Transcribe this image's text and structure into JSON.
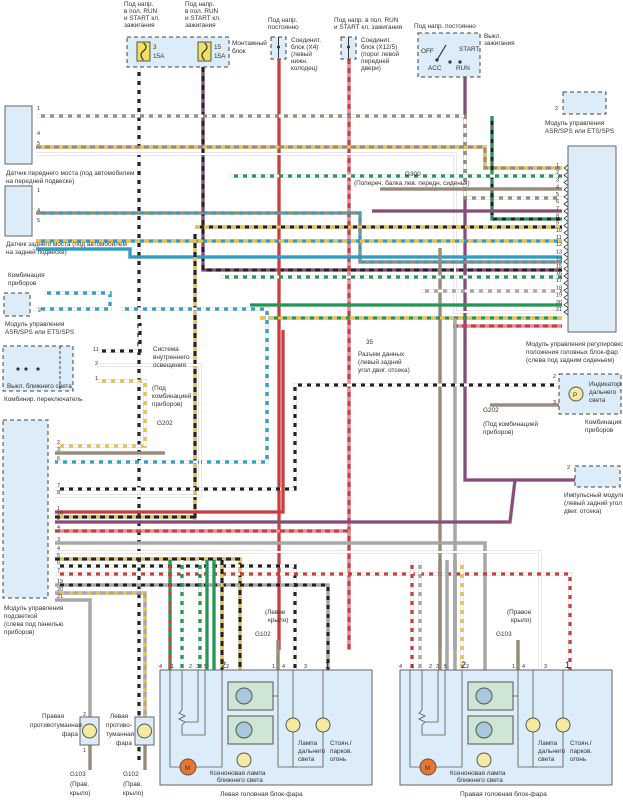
{
  "title": "Схема подключения фар и системы регулировки положения головных блок-фар",
  "colors": {
    "panel_fill": "#dcecf8",
    "red": "#d23a3a",
    "green": "#1f9a55",
    "blue": "#2aa0c8",
    "brown": "#9a8a78",
    "yellow": "#e8c24a",
    "black": "#222222",
    "purple": "#8a4a7a",
    "pink": "#e88aa0",
    "grey": "#a8a8a8",
    "white": "#ffffff",
    "motor": "#e87830",
    "lamp": "#f5eaa0",
    "relay": "#cfe6d4"
  },
  "top": {
    "fuse_box": {
      "label_line1": "Монтажный",
      "label_line2": "блок",
      "fuses": [
        {
          "supply": [
            "Под напр.",
            "в пол. RUN",
            "и START кл.",
            "зажигания"
          ],
          "number": "3",
          "rating": "15A"
        },
        {
          "supply": [
            "Под напр.",
            "в пол. RUN",
            "и START кл.",
            "зажигания"
          ],
          "number": "15",
          "rating": "15A"
        }
      ]
    },
    "splice_x4": {
      "supply": [
        "Под напр.",
        "постоянно"
      ],
      "label": [
        "Соединит.",
        "блок (X4)",
        "(левый",
        "нижн.",
        "колодец)"
      ]
    },
    "splice_x12": {
      "supply": [
        "Под напр. в пол. RUN",
        "и START кл. зажигания"
      ],
      "label": [
        "Соединит.",
        "блок (X12/5)",
        "(порог левой",
        "передней",
        "двери)"
      ]
    },
    "ignition_switch": {
      "supply": "Под напр. постоянно",
      "label": [
        "Выкл.",
        "зажигания"
      ],
      "positions": [
        "OFF",
        "ACC",
        "RUN",
        "START"
      ]
    }
  },
  "left": {
    "front_sensor": {
      "label": [
        "Датчик переднего моста (под автомобилем",
        "на передней подвеске)"
      ],
      "pins": [
        "1",
        "4",
        "5"
      ]
    },
    "rear_sensor": {
      "label": [
        "Датчик заднего моста (под автомобилем",
        "на задней подвеске)"
      ],
      "pins": [
        "1",
        "4",
        "5"
      ]
    },
    "instrument_cluster_arrow": [
      "Комбинация",
      "приборов"
    ],
    "asr_module_left": {
      "label": [
        "Модуль управления",
        "ASR/SPS или ETS/SPS"
      ],
      "pin": "2"
    },
    "combination_switch": {
      "switch_label": "Выкл. ближнего света",
      "label": "Комбинир. переключатель",
      "pins": [
        "11",
        "2",
        "1"
      ]
    },
    "interior_lighting": [
      "Система",
      "внутреннего",
      "освещения"
    ],
    "g202_left": {
      "name": "G202",
      "location": [
        "(Под",
        "комбинацией",
        "приборов)"
      ]
    },
    "lighting_module": {
      "label": [
        "Модуль управления",
        "подсветкой",
        "(слева под панелью",
        "приборов)"
      ],
      "pins": [
        "2",
        "3",
        "6",
        "7",
        "8",
        "1",
        "2",
        "4",
        "10",
        "3",
        "4",
        "5",
        "6",
        "7",
        "19",
        "20",
        "21"
      ]
    }
  },
  "center": {
    "g300": {
      "name": "G300",
      "location": "(Попереч. балка лев. передн. сиденья)"
    },
    "data_connector": {
      "pin": "35",
      "label": [
        "Разъем данных",
        "(левый задний",
        "угол двиг. отсека)"
      ]
    }
  },
  "right": {
    "asr_module_right": {
      "label": [
        "Модуль управления",
        "ASR/SPS или ETS/SPS"
      ],
      "pin": "2"
    },
    "leveling_module": {
      "label": [
        "Модуль управления регулировкой",
        "положения головных блок-фар",
        "(слева под задним сиденьем)"
      ],
      "pins": [
        "1",
        "2",
        "3",
        "4",
        "5",
        "6",
        "7",
        "8",
        "9",
        "10",
        "11",
        "12",
        "13",
        "14",
        "15",
        "16",
        "17",
        "18",
        "19",
        "20",
        "21"
      ]
    },
    "high_beam_indicator": {
      "label": [
        "Индикатор",
        "дальнего",
        "света"
      ],
      "cluster": [
        "Комбинация",
        "приборов"
      ],
      "pins": [
        "2",
        "3"
      ]
    },
    "g202_right": {
      "name": "G202",
      "location": [
        "(Под комбинацией",
        "приборов)"
      ]
    },
    "pulse_module": {
      "label": [
        "Импульсный модуль",
        "(левый задний угол",
        "двиг. отсека)"
      ],
      "pin": "2"
    }
  },
  "bottom": {
    "g102_wing": {
      "name": "G102",
      "location": [
        "(Левое",
        "крыло)"
      ]
    },
    "g103_wing": {
      "name": "G103",
      "location": [
        "(Правое",
        "крыло)"
      ]
    },
    "right_fog": {
      "label": [
        "Правая",
        "противотуманная",
        "фара"
      ],
      "pins": [
        "2",
        "1"
      ],
      "ground": "G103",
      "ground_loc": [
        "(Прав.",
        "крыло)"
      ]
    },
    "left_fog": {
      "label": [
        "Левая",
        "противо-",
        "туманная",
        "фара"
      ],
      "pins": [
        "2",
        "1"
      ],
      "ground": "G102",
      "ground_loc": [
        "(Прав.",
        "крыло)"
      ]
    },
    "left_headlamp": {
      "title": "Левая головная блок-фара",
      "pins_a": [
        "4",
        "1",
        "2",
        "3",
        "5",
        "2"
      ],
      "pins_b": [
        "2",
        "1",
        "4",
        "3",
        "1"
      ],
      "motor": "M",
      "xenon": [
        "Ксеноновая лампа",
        "ближнего света"
      ],
      "high_beam": [
        "Лампа",
        "дальнего",
        "света"
      ],
      "park": [
        "Стоян./",
        "парков.",
        "огонь"
      ]
    },
    "right_headlamp": {
      "title": "Правая головная блок-фара",
      "pins_a": [
        "4",
        "1",
        "2",
        "3",
        "5",
        "2"
      ],
      "pins_b": [
        "2",
        "1",
        "4",
        "3",
        "1"
      ],
      "motor": "M",
      "xenon": [
        "Ксеноновая лампа",
        "ближнего света"
      ],
      "high_beam": [
        "Лампа",
        "дальнего",
        "света"
      ],
      "park": [
        "Стоян./",
        "парков.",
        "огонь"
      ]
    }
  }
}
